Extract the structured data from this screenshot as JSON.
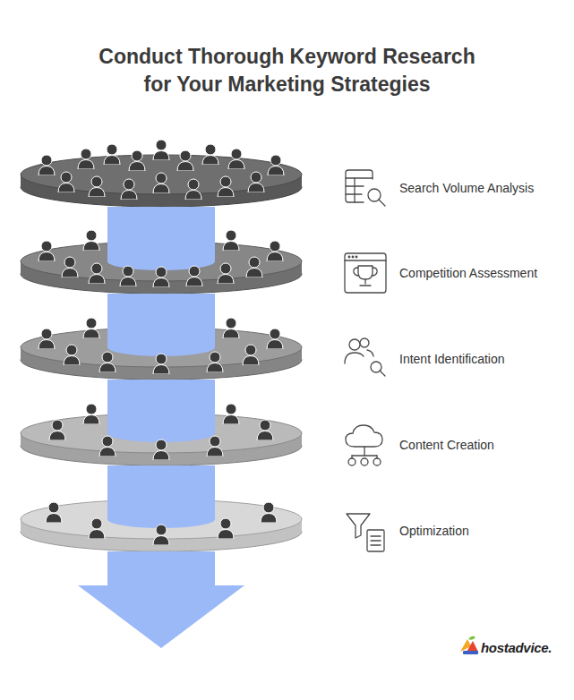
{
  "diagram": {
    "title": "Conduct Thorough Keyword Research for Your Marketing Strategies",
    "labels": [
      "Search Volume Analysis",
      "Competition Assessment",
      "Intent Identification",
      "Content Creation",
      "Optimization",
      "hostadvice."
    ]
  }
}
